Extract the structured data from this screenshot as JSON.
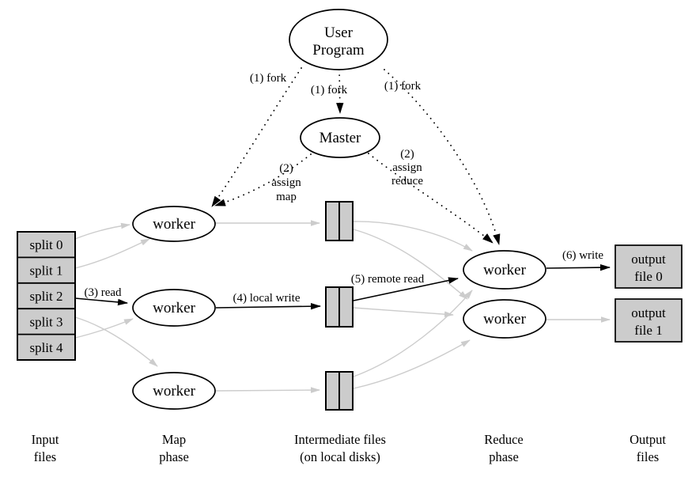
{
  "nodes": {
    "user_program": [
      "User",
      "Program"
    ],
    "master": "Master",
    "map_workers": [
      "worker",
      "worker",
      "worker"
    ],
    "reduce_workers": [
      "worker",
      "worker"
    ],
    "splits": [
      "split 0",
      "split 1",
      "split 2",
      "split 3",
      "split 4"
    ],
    "output_files": [
      [
        "output",
        "file 0"
      ],
      [
        "output",
        "file 1"
      ]
    ]
  },
  "edge_labels": {
    "fork_left": "(1) fork",
    "fork_center": "(1) fork",
    "fork_right": "(1) fork",
    "assign_map": [
      "(2)",
      "assign",
      "map"
    ],
    "assign_reduce": [
      "(2)",
      "assign",
      "reduce"
    ],
    "read": "(3) read",
    "local_write": "(4) local write",
    "remote_read": "(5) remote read",
    "write": "(6) write"
  },
  "phase_labels": {
    "input": [
      "Input",
      "files"
    ],
    "map": [
      "Map",
      "phase"
    ],
    "intermediate": [
      "Intermediate files",
      "(on local disks)"
    ],
    "reduce": [
      "Reduce",
      "phase"
    ],
    "output": [
      "Output",
      "files"
    ]
  },
  "colors": {
    "background": "#ffffff",
    "box_fill": "#cccccc",
    "ellipse_fill": "#ffffff",
    "black_edge": "#000000",
    "gray_edge": "#cccccc"
  }
}
